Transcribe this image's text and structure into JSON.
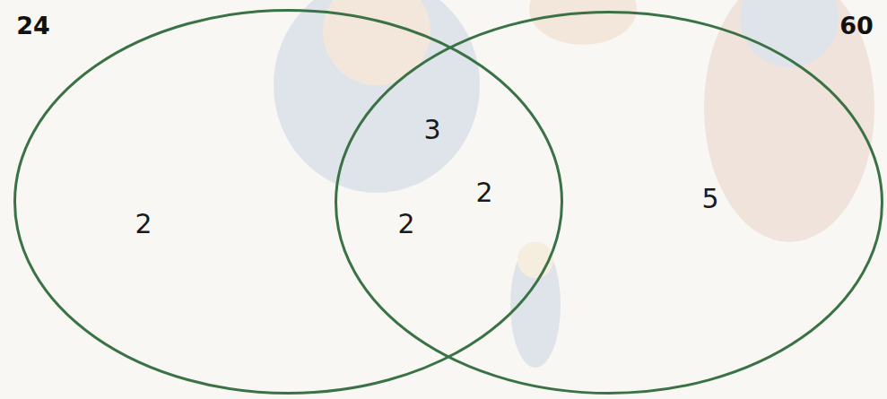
{
  "diagram": {
    "nodes": [
      {
        "text": [
          "24",
          "2"
        ]
      },
      {
        "text": [
          "60",
          "5"
        ]
      }
    ],
    "labels": [
      "3",
      "2",
      "2"
    ]
  }
}
